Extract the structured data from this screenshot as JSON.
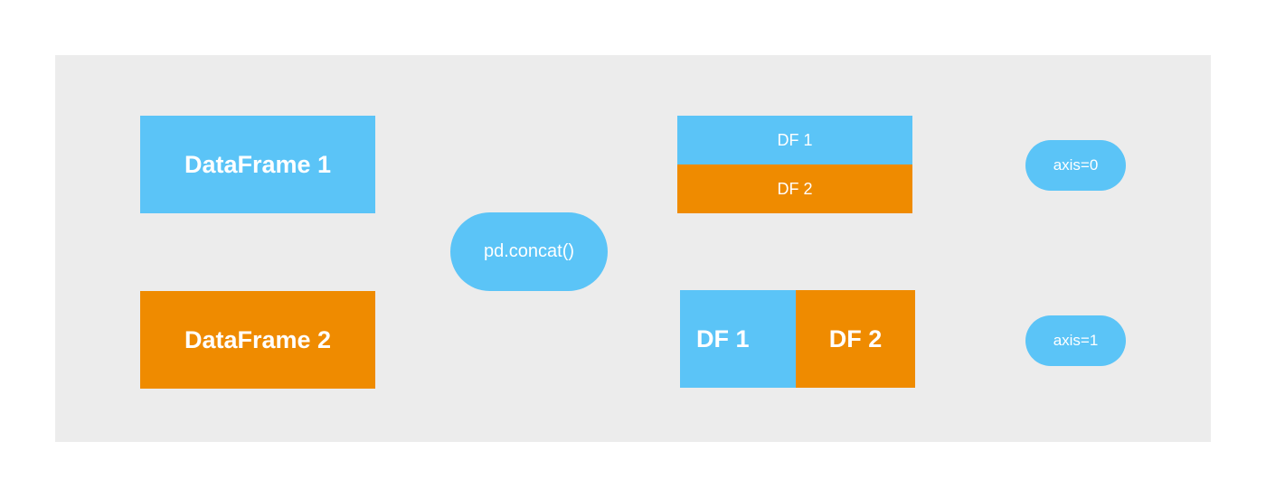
{
  "inputs": {
    "dataframe1_label": "DataFrame 1",
    "dataframe2_label": "DataFrame 2"
  },
  "operation": {
    "label": "pd.concat()"
  },
  "result_axis0": {
    "top_label": "DF 1",
    "bottom_label": "DF 2",
    "axis_label": "axis=0"
  },
  "result_axis1": {
    "left_label": "DF 1",
    "right_label": "DF 2",
    "axis_label": "axis=1"
  },
  "colors": {
    "background_panel": "#ececec",
    "df1_blue": "#5bc4f7",
    "df2_orange": "#ef8b00",
    "text": "#ffffff"
  }
}
